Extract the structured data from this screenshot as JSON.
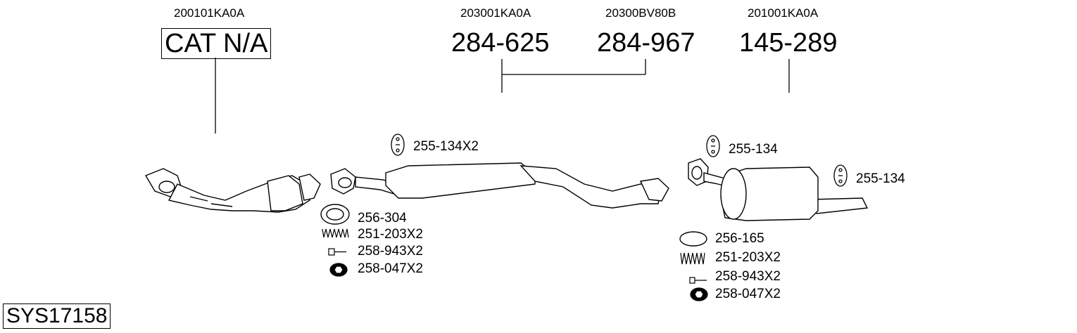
{
  "header": {
    "oem_1": "200101KA0A",
    "oem_2": "203001KA0A",
    "oem_3": "20300BV80B",
    "oem_4": "201001KA0A",
    "main_1": "CAT N/A",
    "main_2": "284-625",
    "main_3": "284-967",
    "main_4": "145-289"
  },
  "parts": {
    "front": {
      "hanger": "255-134X2",
      "gasket": "256-304",
      "spring": "251-203X2",
      "bolt": "258-943X2",
      "nut": "258-047X2"
    },
    "rear": {
      "hanger_1": "255-134",
      "hanger_2": "255-134",
      "gasket": "256-165",
      "spring": "251-203X2",
      "bolt": "258-943X2",
      "nut": "258-047X2"
    }
  },
  "system_id": "SYS17158"
}
